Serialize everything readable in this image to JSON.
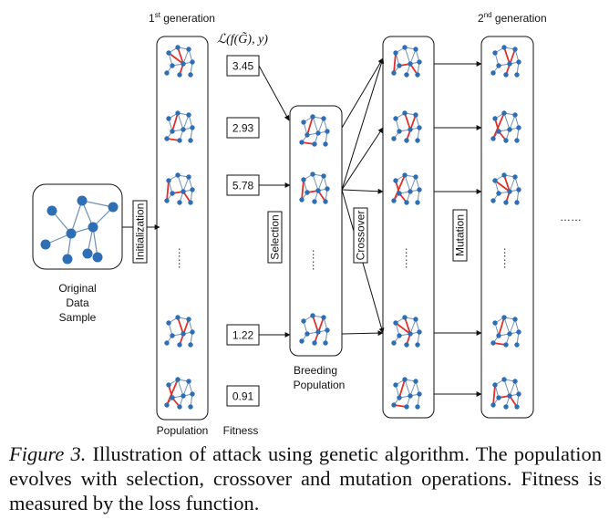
{
  "header": {
    "gen1": {
      "base": "1",
      "sup": "st",
      "rest": " generation"
    },
    "gen2": {
      "base": "2",
      "sup": "nd",
      "rest": "  generation"
    },
    "loss": "ℒ(f(G̃), y)"
  },
  "original": {
    "lines": [
      "Original",
      "Data",
      "Sample"
    ]
  },
  "steps": {
    "initialization": "Initialization",
    "selection": "Selection",
    "crossover": "Crossover",
    "mutation": "Mutation"
  },
  "fitness_values": [
    "3.45",
    "2.93",
    "5.78",
    "1.22",
    "0.91"
  ],
  "labels": {
    "population": "Population",
    "fitness": "Fitness",
    "breeding": [
      "Breeding",
      "Population"
    ],
    "vdots": "……",
    "hdots": "……"
  },
  "caption": {
    "figure": "Figure 3.",
    "text": " Illustration of attack using genetic algorithm.  The population evolves with selection, crossover and mutation operations. Fitness is measured by the loss function."
  },
  "colors": {
    "node": "#2e6eb5",
    "edge": "#6f8fb5",
    "perturbed_edge": "#e0302a"
  }
}
